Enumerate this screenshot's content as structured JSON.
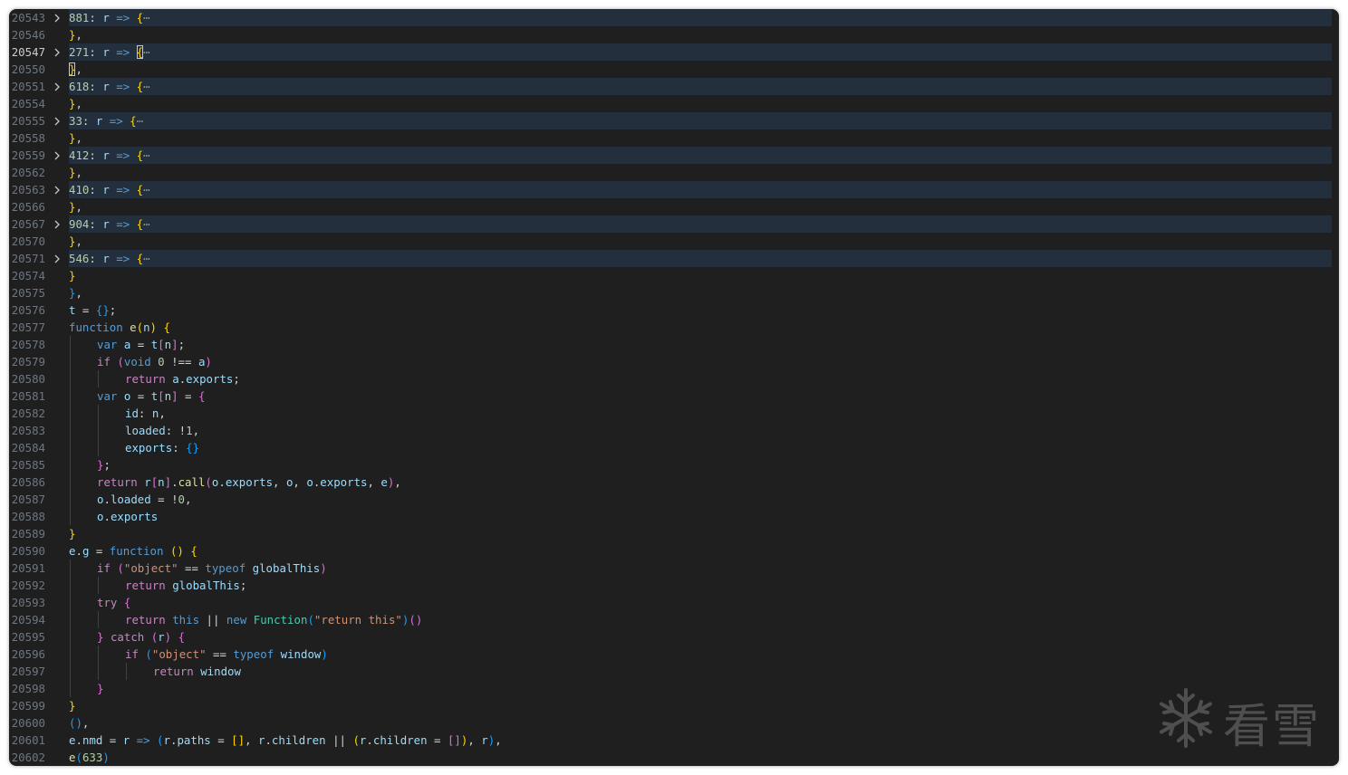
{
  "editor": {
    "lines": [
      {
        "n": "20543",
        "folded": true,
        "tokens": [
          [
            "n",
            "881"
          ],
          [
            "p",
            ": "
          ],
          [
            "v",
            "r"
          ],
          [
            "k",
            " => "
          ],
          [
            "b1",
            "{"
          ],
          [
            "dots",
            "⋯"
          ]
        ]
      },
      {
        "n": "20546",
        "tokens": [
          [
            "b1",
            "}"
          ],
          [
            "p",
            ","
          ]
        ]
      },
      {
        "n": "20547",
        "folded": true,
        "active": true,
        "tokens": [
          [
            "n",
            "271"
          ],
          [
            "p",
            ": "
          ],
          [
            "v",
            "r"
          ],
          [
            "k",
            " => "
          ],
          [
            "b1 cursor",
            "{"
          ],
          [
            "dots",
            "⋯"
          ]
        ]
      },
      {
        "n": "20550",
        "tokens": [
          [
            "b1 cursor",
            "}"
          ],
          [
            "p",
            ","
          ]
        ]
      },
      {
        "n": "20551",
        "folded": true,
        "tokens": [
          [
            "n",
            "618"
          ],
          [
            "p",
            ": "
          ],
          [
            "v",
            "r"
          ],
          [
            "k",
            " => "
          ],
          [
            "b1",
            "{"
          ],
          [
            "dots",
            "⋯"
          ]
        ]
      },
      {
        "n": "20554",
        "tokens": [
          [
            "b1",
            "}"
          ],
          [
            "p",
            ","
          ]
        ]
      },
      {
        "n": "20555",
        "folded": true,
        "tokens": [
          [
            "n",
            "33"
          ],
          [
            "p",
            ": "
          ],
          [
            "v",
            "r"
          ],
          [
            "k",
            " => "
          ],
          [
            "b1",
            "{"
          ],
          [
            "dots",
            "⋯"
          ]
        ]
      },
      {
        "n": "20558",
        "tokens": [
          [
            "b1",
            "}"
          ],
          [
            "p",
            ","
          ]
        ]
      },
      {
        "n": "20559",
        "folded": true,
        "tokens": [
          [
            "n",
            "412"
          ],
          [
            "p",
            ": "
          ],
          [
            "v",
            "r"
          ],
          [
            "k",
            " => "
          ],
          [
            "b1",
            "{"
          ],
          [
            "dots",
            "⋯"
          ]
        ]
      },
      {
        "n": "20562",
        "tokens": [
          [
            "b1",
            "}"
          ],
          [
            "p",
            ","
          ]
        ]
      },
      {
        "n": "20563",
        "folded": true,
        "tokens": [
          [
            "n",
            "410"
          ],
          [
            "p",
            ": "
          ],
          [
            "v",
            "r"
          ],
          [
            "k",
            " => "
          ],
          [
            "b1",
            "{"
          ],
          [
            "dots",
            "⋯"
          ]
        ]
      },
      {
        "n": "20566",
        "tokens": [
          [
            "b1",
            "}"
          ],
          [
            "p",
            ","
          ]
        ]
      },
      {
        "n": "20567",
        "folded": true,
        "tokens": [
          [
            "n",
            "904"
          ],
          [
            "p",
            ": "
          ],
          [
            "v",
            "r"
          ],
          [
            "k",
            " => "
          ],
          [
            "b1",
            "{"
          ],
          [
            "dots",
            "⋯"
          ]
        ]
      },
      {
        "n": "20570",
        "tokens": [
          [
            "b1",
            "}"
          ],
          [
            "p",
            ","
          ]
        ]
      },
      {
        "n": "20571",
        "folded": true,
        "tokens": [
          [
            "n",
            "546"
          ],
          [
            "p",
            ": "
          ],
          [
            "v",
            "r"
          ],
          [
            "k",
            " => "
          ],
          [
            "b1",
            "{"
          ],
          [
            "dots",
            "⋯"
          ]
        ]
      },
      {
        "n": "20574",
        "tokens": [
          [
            "b1",
            "}"
          ]
        ]
      },
      {
        "n": "20575",
        "tokens": [
          [
            "b3",
            "}"
          ],
          [
            "p",
            ","
          ]
        ]
      },
      {
        "n": "20576",
        "tokens": [
          [
            "v",
            "t"
          ],
          [
            "p",
            " = "
          ],
          [
            "b3",
            "{}"
          ],
          [
            "p",
            ";"
          ]
        ]
      },
      {
        "n": "20577",
        "tokens": [
          [
            "k",
            "function "
          ],
          [
            "f",
            "e"
          ],
          [
            "b1",
            "("
          ],
          [
            "v",
            "n"
          ],
          [
            "b1",
            ")"
          ],
          [
            "p",
            " "
          ],
          [
            "b1",
            "{"
          ]
        ]
      },
      {
        "n": "20578",
        "indent": 1,
        "tokens": [
          [
            "k",
            "var "
          ],
          [
            "v",
            "a"
          ],
          [
            "p",
            " = "
          ],
          [
            "v",
            "t"
          ],
          [
            "b2",
            "["
          ],
          [
            "v",
            "n"
          ],
          [
            "b2",
            "]"
          ],
          [
            "p",
            ";"
          ]
        ]
      },
      {
        "n": "20579",
        "indent": 1,
        "tokens": [
          [
            "ctl",
            "if "
          ],
          [
            "b2",
            "("
          ],
          [
            "k",
            "void "
          ],
          [
            "n",
            "0"
          ],
          [
            "p",
            " !== "
          ],
          [
            "v",
            "a"
          ],
          [
            "b2",
            ")"
          ]
        ]
      },
      {
        "n": "20580",
        "indent": 2,
        "tokens": [
          [
            "ctl",
            "return "
          ],
          [
            "v",
            "a"
          ],
          [
            "p",
            "."
          ],
          [
            "v",
            "exports"
          ],
          [
            "p",
            ";"
          ]
        ]
      },
      {
        "n": "20581",
        "indent": 1,
        "tokens": [
          [
            "k",
            "var "
          ],
          [
            "v",
            "o"
          ],
          [
            "p",
            " = "
          ],
          [
            "v",
            "t"
          ],
          [
            "b2",
            "["
          ],
          [
            "v",
            "n"
          ],
          [
            "b2",
            "]"
          ],
          [
            "p",
            " = "
          ],
          [
            "b2",
            "{"
          ]
        ]
      },
      {
        "n": "20582",
        "indent": 2,
        "tokens": [
          [
            "v",
            "id"
          ],
          [
            "p",
            ": "
          ],
          [
            "v",
            "n"
          ],
          [
            "p",
            ","
          ]
        ]
      },
      {
        "n": "20583",
        "indent": 2,
        "tokens": [
          [
            "v",
            "loaded"
          ],
          [
            "p",
            ": !"
          ],
          [
            "n",
            "1"
          ],
          [
            "p",
            ","
          ]
        ]
      },
      {
        "n": "20584",
        "indent": 2,
        "tokens": [
          [
            "v",
            "exports"
          ],
          [
            "p",
            ": "
          ],
          [
            "b3",
            "{}"
          ]
        ]
      },
      {
        "n": "20585",
        "indent": 1,
        "tokens": [
          [
            "b2",
            "}"
          ],
          [
            "p",
            ";"
          ]
        ]
      },
      {
        "n": "20586",
        "indent": 1,
        "tokens": [
          [
            "ctl",
            "return "
          ],
          [
            "v",
            "r"
          ],
          [
            "b2",
            "["
          ],
          [
            "v",
            "n"
          ],
          [
            "b2",
            "]"
          ],
          [
            "p",
            "."
          ],
          [
            "f",
            "call"
          ],
          [
            "b2",
            "("
          ],
          [
            "v",
            "o"
          ],
          [
            "p",
            "."
          ],
          [
            "v",
            "exports"
          ],
          [
            "p",
            ", "
          ],
          [
            "v",
            "o"
          ],
          [
            "p",
            ", "
          ],
          [
            "v",
            "o"
          ],
          [
            "p",
            "."
          ],
          [
            "v",
            "exports"
          ],
          [
            "p",
            ", "
          ],
          [
            "v",
            "e"
          ],
          [
            "b2",
            ")"
          ],
          [
            "p",
            ","
          ]
        ]
      },
      {
        "n": "20587",
        "indent": 1,
        "tokens": [
          [
            "v",
            "o"
          ],
          [
            "p",
            "."
          ],
          [
            "v",
            "loaded"
          ],
          [
            "p",
            " = !"
          ],
          [
            "n",
            "0"
          ],
          [
            "p",
            ","
          ]
        ]
      },
      {
        "n": "20588",
        "indent": 1,
        "tokens": [
          [
            "v",
            "o"
          ],
          [
            "p",
            "."
          ],
          [
            "v",
            "exports"
          ]
        ]
      },
      {
        "n": "20589",
        "tokens": [
          [
            "b1",
            "}"
          ]
        ]
      },
      {
        "n": "20590",
        "tokens": [
          [
            "v",
            "e"
          ],
          [
            "p",
            "."
          ],
          [
            "v",
            "g"
          ],
          [
            "p",
            " = "
          ],
          [
            "k",
            "function "
          ],
          [
            "b1",
            "()"
          ],
          [
            "p",
            " "
          ],
          [
            "b1",
            "{"
          ]
        ]
      },
      {
        "n": "20591",
        "indent": 1,
        "tokens": [
          [
            "ctl",
            "if "
          ],
          [
            "b2",
            "("
          ],
          [
            "s",
            "\"object\""
          ],
          [
            "p",
            " == "
          ],
          [
            "k",
            "typeof "
          ],
          [
            "v",
            "globalThis"
          ],
          [
            "b2",
            ")"
          ]
        ]
      },
      {
        "n": "20592",
        "indent": 2,
        "tokens": [
          [
            "ctl",
            "return "
          ],
          [
            "v",
            "globalThis"
          ],
          [
            "p",
            ";"
          ]
        ]
      },
      {
        "n": "20593",
        "indent": 1,
        "tokens": [
          [
            "ctl",
            "try "
          ],
          [
            "b2",
            "{"
          ]
        ]
      },
      {
        "n": "20594",
        "indent": 2,
        "tokens": [
          [
            "ctl",
            "return "
          ],
          [
            "k",
            "this"
          ],
          [
            "p",
            " || "
          ],
          [
            "k",
            "new "
          ],
          [
            "t",
            "Function"
          ],
          [
            "b3",
            "("
          ],
          [
            "s",
            "\"return this\""
          ],
          [
            "b3",
            ")"
          ],
          [
            "b2",
            "()"
          ]
        ]
      },
      {
        "n": "20595",
        "indent": 1,
        "tokens": [
          [
            "b2",
            "}"
          ],
          [
            "p",
            " "
          ],
          [
            "ctl",
            "catch "
          ],
          [
            "b2",
            "("
          ],
          [
            "v",
            "r"
          ],
          [
            "b2",
            ")"
          ],
          [
            "p",
            " "
          ],
          [
            "b2",
            "{"
          ]
        ]
      },
      {
        "n": "20596",
        "indent": 2,
        "tokens": [
          [
            "ctl",
            "if "
          ],
          [
            "b3",
            "("
          ],
          [
            "s",
            "\"object\""
          ],
          [
            "p",
            " == "
          ],
          [
            "k",
            "typeof "
          ],
          [
            "v",
            "window"
          ],
          [
            "b3",
            ")"
          ]
        ]
      },
      {
        "n": "20597",
        "indent": 3,
        "tokens": [
          [
            "ctl",
            "return "
          ],
          [
            "v",
            "window"
          ]
        ]
      },
      {
        "n": "20598",
        "indent": 1,
        "tokens": [
          [
            "b2",
            "}"
          ]
        ]
      },
      {
        "n": "20599",
        "tokens": [
          [
            "b1",
            "}"
          ]
        ]
      },
      {
        "n": "20600",
        "tokens": [
          [
            "b3",
            "()"
          ],
          [
            "p",
            ","
          ]
        ]
      },
      {
        "n": "20601",
        "tokens": [
          [
            "v",
            "e"
          ],
          [
            "p",
            "."
          ],
          [
            "v",
            "nmd"
          ],
          [
            "p",
            " = "
          ],
          [
            "v",
            "r"
          ],
          [
            "k",
            " => "
          ],
          [
            "b3",
            "("
          ],
          [
            "v",
            "r"
          ],
          [
            "p",
            "."
          ],
          [
            "v",
            "paths"
          ],
          [
            "p",
            " = "
          ],
          [
            "b1",
            "[]"
          ],
          [
            "p",
            ", "
          ],
          [
            "v",
            "r"
          ],
          [
            "p",
            "."
          ],
          [
            "v",
            "children"
          ],
          [
            "p",
            " || "
          ],
          [
            "b1",
            "("
          ],
          [
            "v",
            "r"
          ],
          [
            "p",
            "."
          ],
          [
            "v",
            "children"
          ],
          [
            "p",
            " = "
          ],
          [
            "b2",
            "[]"
          ],
          [
            "b1",
            ")"
          ],
          [
            "p",
            ", "
          ],
          [
            "v",
            "r"
          ],
          [
            "b3",
            ")"
          ],
          [
            "p",
            ","
          ]
        ]
      },
      {
        "n": "20602",
        "tokens": [
          [
            "f",
            "e"
          ],
          [
            "b3",
            "("
          ],
          [
            "n",
            "633"
          ],
          [
            "b3",
            ")"
          ]
        ]
      }
    ]
  },
  "watermark": {
    "text": "看雪",
    "icon": "snowflake-icon",
    "color": "#777777"
  },
  "theme": {
    "background": "#1f1f1f",
    "fold_highlight": "#232f3d",
    "line_number": "#6e7681"
  }
}
